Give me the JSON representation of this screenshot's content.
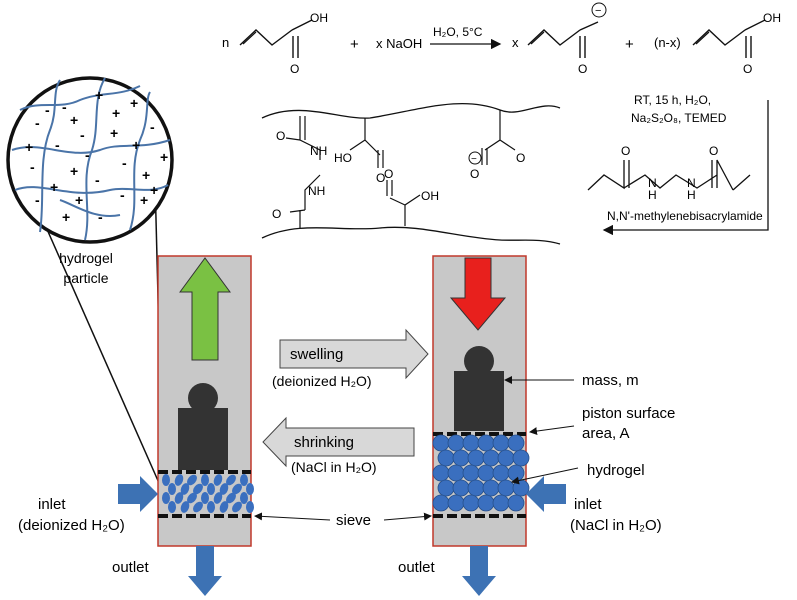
{
  "reaction": {
    "n_coef": "n",
    "plus1": "+",
    "naoh_label": "x NaOH",
    "conditions_top": "H₂O, 5°C",
    "x_coef": "x",
    "plus2": "+",
    "nx_coef": "(n-x)",
    "oh1": "OH",
    "o1": "O",
    "o2": "O",
    "minus_charge": "−",
    "oh3": "OH",
    "o3": "O"
  },
  "polymerization": {
    "cond_line1": "RT, 15 h, H₂O,",
    "cond_line2": "Na₂S₂O₈, TEMED",
    "crosslinker_name": "N,N'-methylenebisacrylamide",
    "o_left": "O",
    "o_right": "O",
    "nh_left": "N",
    "h_left": "H",
    "nh_right": "N",
    "h_right": "H"
  },
  "network": {
    "nh_top": "NH",
    "nh_bottom": "NH",
    "o_top": "O",
    "o_bottom": "O",
    "ho_mid": "HO",
    "o_mid": "O",
    "o_anion": "O",
    "o_anion2": "O",
    "minus": "−",
    "oh_bottom": "OH",
    "o_bottom2": "O"
  },
  "zoom": {
    "label_line1": "hydrogel",
    "label_line2": "particle",
    "charges": [
      "+",
      "-",
      "+",
      "-",
      "+",
      "-",
      "+",
      "+",
      "-",
      "+",
      "-",
      "+",
      "-",
      "+",
      "-",
      "+",
      "-",
      "+",
      "-",
      "+",
      "-",
      "+",
      "-",
      "+",
      "-",
      "+",
      "-",
      "+"
    ]
  },
  "process": {
    "swelling_label": "swelling",
    "swelling_sub": "(deionized H₂O)",
    "shrinking_label": "shrinking",
    "shrinking_sub": "(NaCl in H₂O)",
    "mass_label": "mass, m",
    "piston_label_line1": "piston surface",
    "piston_label_line2": "area, A",
    "hydrogel_label": "hydrogel",
    "sieve_label": "sieve",
    "inlet_left": "inlet",
    "inlet_left_sub": "(deionized H₂O)",
    "inlet_right": "inlet",
    "inlet_right_sub": "(NaCl in H₂O)",
    "outlet_left": "outlet",
    "outlet_right": "outlet"
  },
  "colors": {
    "column_fill": "#c8c8c8",
    "column_stroke": "#c0392b",
    "up_arrow": "#7ac143",
    "down_arrow": "#e8201d",
    "flow_arrow": "#3d72b4",
    "hydrogel": "#3a6fbf",
    "network_line": "#4a74a8",
    "mass": "#333333"
  }
}
